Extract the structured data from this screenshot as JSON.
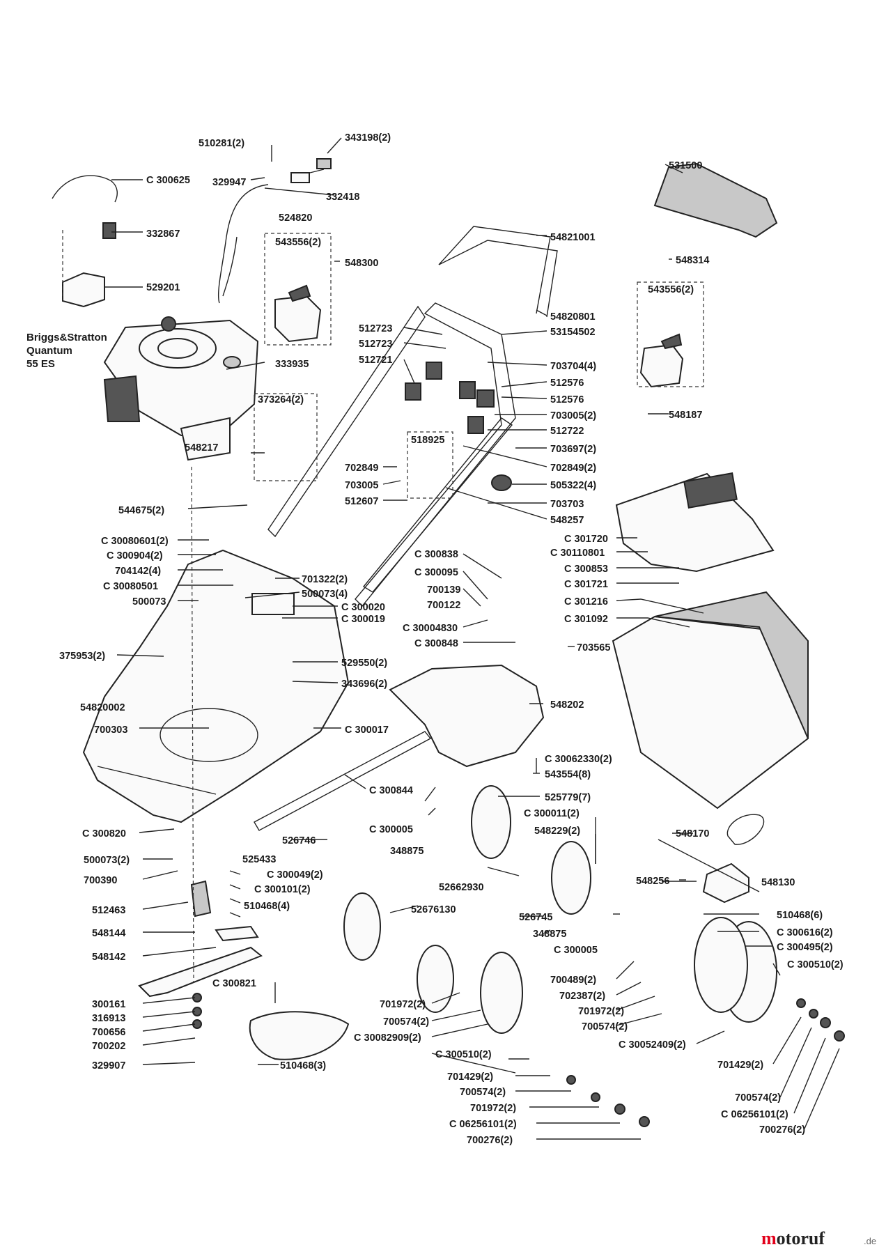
{
  "engine_label": [
    "Briggs&Stratton",
    "Quantum",
    "55 ES"
  ],
  "logo": {
    "text": "motoruf",
    "suffix": ".de",
    "colors": [
      "#e2001a",
      "#222222",
      "#1d5aa8"
    ]
  },
  "labels": [
    "510281(2)",
    "343198(2)",
    "C 300625",
    "329947",
    "332418",
    "524820",
    "332867",
    "543556(2)",
    "548300",
    "529201",
    "333935",
    "373264(2)",
    "548217",
    "544675(2)",
    "C 30080601(2)",
    "C 300904(2)",
    "704142(4)",
    "C 30080501",
    "500073",
    "701322(2)",
    "500073(4)",
    "C 300020",
    "C 300019",
    "375953(2)",
    "529550(2)",
    "343696(2)",
    "54820002",
    "700303",
    "C 300017",
    "C 300844",
    "C 300820",
    "526746",
    "525433",
    "500073(2)",
    "C 300049(2)",
    "700390",
    "C 300101(2)",
    "512463",
    "510468(4)",
    "548144",
    "548142",
    "300161",
    "316913",
    "700656",
    "700202",
    "329907",
    "C 300821",
    "510468(3)",
    "531500",
    "54821001",
    "548314",
    "54820801",
    "543556(2)",
    "53154502",
    "512723",
    "512723",
    "512721",
    "703704(4)",
    "512576",
    "512576",
    "703005(2)",
    "512722",
    "548187",
    "518925",
    "703697(2)",
    "702849",
    "702849(2)",
    "703005",
    "505322(4)",
    "512607",
    "703703",
    "548257",
    "C 301720",
    "C 30110801",
    "C 300853",
    "C 301721",
    "C 301216",
    "C 301092",
    "C 300838",
    "C 300095",
    "700139",
    "700122",
    "C 30004830",
    "C 300848",
    "703565",
    "548202",
    "C 30062330(2)",
    "543554(8)",
    "525779(7)",
    "C 300005",
    "348875",
    "C 300011(2)",
    "548229(2)",
    "52662930",
    "52676130",
    "526745",
    "348875",
    "C 300005",
    "548170",
    "548256",
    "548130",
    "510468(6)",
    "C 300616(2)",
    "C 300495(2)",
    "C 300510(2)",
    "700489(2)",
    "702387(2)",
    "701972(2)",
    "700574(2)",
    "701972(2)",
    "700574(2)",
    "C 30082909(2)",
    "C 30052409(2)",
    "C 300510(2)",
    "701429(2)",
    "701429(2)",
    "700574(2)",
    "700574(2)",
    "701972(2)",
    "C 06256101(2)",
    "C 06256101(2)",
    "700276(2)",
    "700276(2)"
  ]
}
